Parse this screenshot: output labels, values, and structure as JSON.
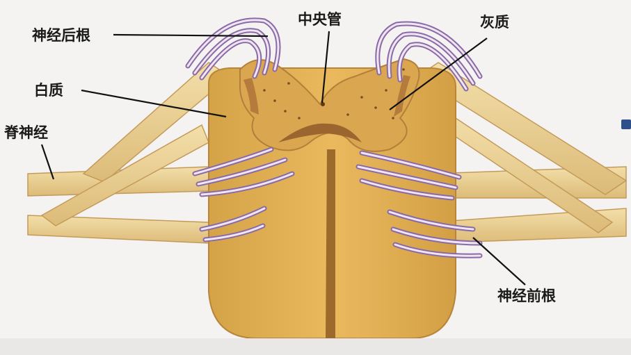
{
  "labels": {
    "dorsal_root": "神经后根",
    "central_canal": "中央管",
    "gray_matter": "灰质",
    "white_matter": "白质",
    "spinal_nerve": "脊神经",
    "ventral_root": "神经前根"
  },
  "colors": {
    "white_matter": "#e4b45a",
    "white_matter_dark": "#d19b3e",
    "gray_matter": "#d9a24a",
    "gray_matter_shadow": "#b27a35",
    "nerve": "#ead29a",
    "nerve_edge": "#c7a060",
    "rootlet": "#8a6aa6",
    "rootlet_light": "#efe6f2",
    "leader_line": "#111111"
  }
}
